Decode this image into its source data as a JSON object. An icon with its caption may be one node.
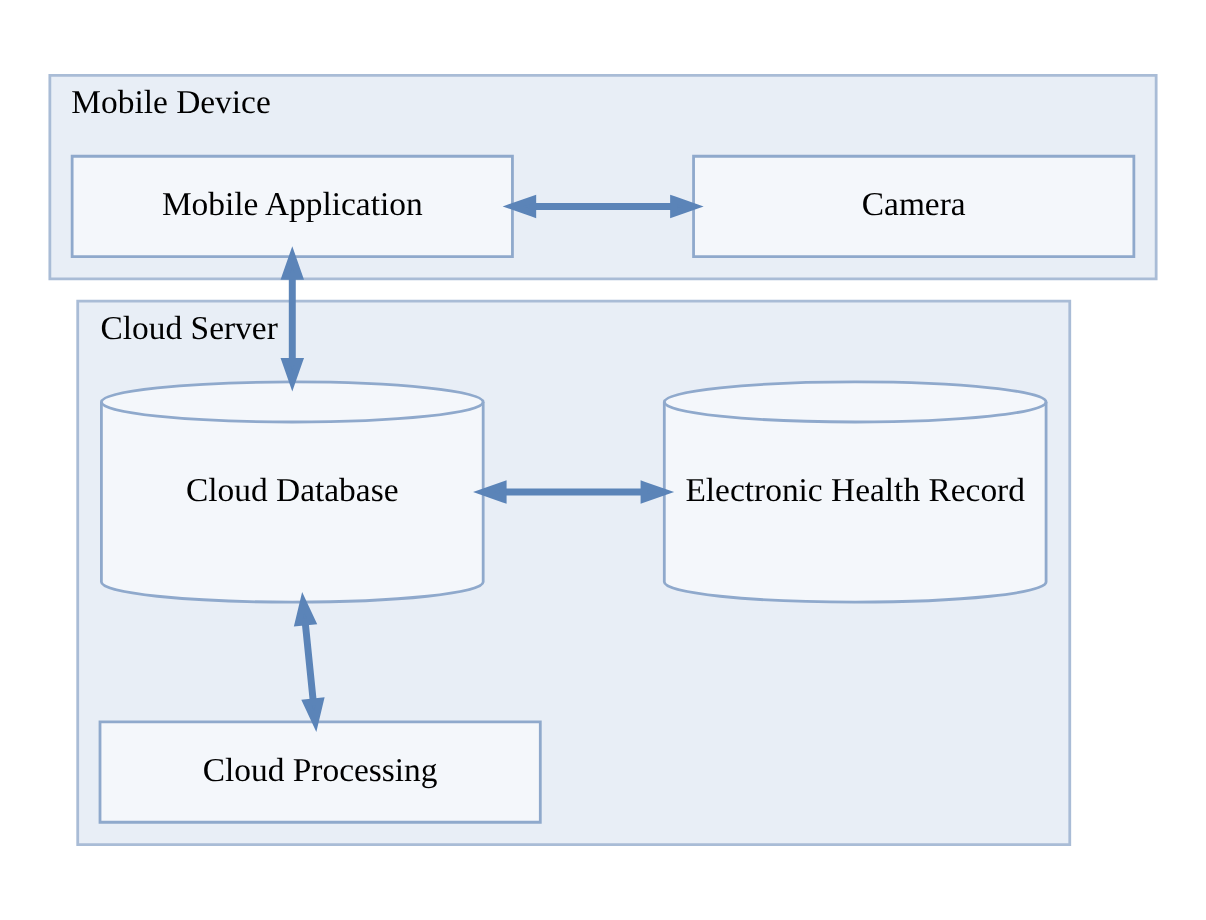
{
  "diagram": {
    "nodes": [
      {
        "text": [
          "Mobile Device"
        ]
      },
      {
        "text": [
          "Mobile Application"
        ],
        "in": 0
      },
      {
        "text": [
          "Camera"
        ],
        "in": 0
      },
      {
        "text": [
          "Cloud Server"
        ]
      },
      {
        "text": [
          "Cloud Database"
        ],
        "in": 3
      },
      {
        "text": [
          "Electronic Health Record"
        ],
        "in": 3
      },
      {
        "text": [
          "Cloud Processing"
        ],
        "in": 3
      }
    ],
    "edges": [
      {
        "from": 1,
        "to": 2,
        "arrow": "both"
      },
      {
        "from": 1,
        "to": 4,
        "arrow": "both"
      },
      {
        "from": 4,
        "to": 5,
        "arrow": "both"
      },
      {
        "from": 4,
        "to": 6,
        "arrow": "both"
      }
    ]
  }
}
